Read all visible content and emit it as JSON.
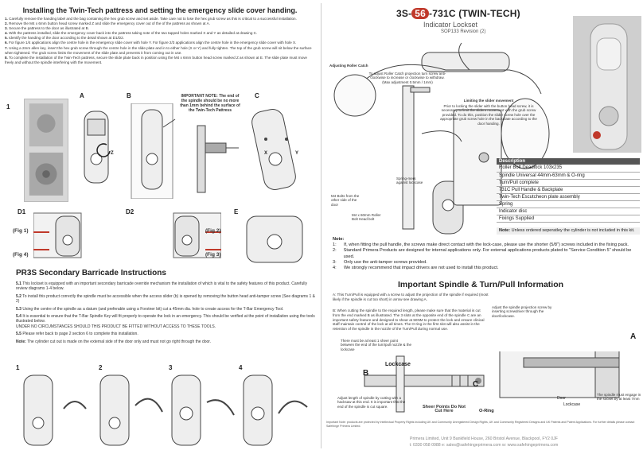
{
  "left": {
    "title": "Installing the Twin-Tech pattress and setting the emergency slide cover handing.",
    "steps": [
      {
        "n": "1.",
        "t": "Carefully remove the handing label and the bag containing the hex grub screw and set aside. Take care not to lose the hex grub screw as this is critical to a successful installation."
      },
      {
        "n": "2.",
        "t": "Remove the M4 x 6mm button head screw marked Z and slide the emergency cover out of the of the pattress as shown at A."
      },
      {
        "n": "3.",
        "t": "Secure the pattress to the door as illustrated at B."
      },
      {
        "n": "4.",
        "t": "With the pattress installed, slide the emergency cover back into the pattress taking note of the two tapped holes marked X and Y as detailed at drawing C."
      },
      {
        "n": "5.",
        "t": "Identify the handing of the door according to the detail shown at D1/D2."
      },
      {
        "n": "6.",
        "t": "For figure 1/4 applications align the centre hole in the emergency slide cover with hole Y. For figure 2/3 applications align the centre hole in the emergency slide cover with hole X."
      },
      {
        "n": "7.",
        "t": "Using a 2mm allen key, insert the hex grub screw through the centre hole in the slide plate and in to either hole (X or Y) and fully tighten. The top of the grub screw will sit below the surface when tightened. The grub screw limits the movement of the slide plate and prevents it from coming out in use."
      },
      {
        "n": "8.",
        "t": "To complete the installation of the Twin-Tech pattress, secure the slide plate back in position using the M4 x 6mm button head screw marked Z as shown at E. The slide plate must move freely and without the spindle interfering with the movement."
      }
    ],
    "fig_labels": {
      "one": "1",
      "a": "A",
      "b": "B",
      "c": "C",
      "d1": "D1",
      "d2": "D2",
      "e": "E"
    },
    "important_note": "IMPORTANT NOTE: The end of the spindle should be no more than 1mm behind the surface of the Twin-Tech Pattress",
    "fig_callouts": {
      "f1": "(Fig 1)",
      "f4": "(Fig 4)",
      "f2": "(Fig 2)",
      "f3": "(Fig 3)",
      "x": "X",
      "y": "Y",
      "z": "Z"
    },
    "pr3s_title": "PR3S Secondary Barricade Instructions",
    "pr3s": [
      {
        "n": "5.1",
        "t": "This lockset is equipped with an important secondary barricade override mechanism the installation of which is vital to the safety features of this product. Carefully review diagrams 1-4 below."
      },
      {
        "n": "5.2",
        "t": "To install this product correctly the spindle must be accessible when the access slider (b) is opened by removing the button head anti-tamper screw (See diagrams 1 & 2)"
      },
      {
        "n": "5.3",
        "t": "Using the centre of the spindle as a datum (and preferable using a Forstner bit) cut a 45mm dia. hole to create access for the T-Bar Emergency Tool."
      },
      {
        "n": "5.4",
        "t": "It is essential to ensure that the T-Bar Spindle Key will fit properly to operate the lock in an emergency. This should be verified at the point of installation using the tools illustrated below."
      }
    ],
    "warning": "UNDER NO CIRCUMSTANCES SHOULD THIS PRODUCT BE FITTED WITHOUT ACCESS TO THESE TOOLS.",
    "refer": {
      "n": "5.5",
      "t": "Please refer back to page 2 section 6 to complete this installation."
    },
    "note_label": "Note:",
    "note": "The cylinder cut out is made on the external side of the door only and must not go right through the door.",
    "diagram_nums": [
      "1",
      "2",
      "3",
      "4"
    ]
  },
  "right": {
    "product_prefix": "3S-",
    "product_num": "56",
    "product_suffix": "-731C (TWIN-TECH)",
    "subtitle": "Indicator Lockset",
    "sop": "SOP133 Revision (2)",
    "adjust_catch": "Adjusting Roller Catch",
    "adjust_catch_text": "To adjust Roller Catch projection turn screw anti-clockwise to increase or clockwise to withdraw. (Max adjustment 0.5mm / 1mm)",
    "limit_title": "Limiting the slider movement",
    "limit_text": "Prior to locking the slider with the button head screw, it is necessary to limit the sliders movement with the grub screw provided. To do this, position the slider screw hole over the appropriate grub screw hole in the backplate according to the door handing.",
    "spring_label": "Spring-mers against lockcase",
    "m4_label": "M4 Bolts from the other side of the door",
    "fix_label": "M4 x 60mm Roller Bolt Head bolt",
    "desc_header": "Description",
    "desc_rows": [
      "Roller Bolt Deadlock 103x235",
      "Spindle Universal 44mm-63mm & O-ring",
      "Turn/Pull complete",
      "731C Pull Handle & Backplate",
      "Twin-Tech Escutcheon plate assembly",
      "Spring",
      "Indicator disc",
      "Fixings Supplied"
    ],
    "desc_note_label": "Note:",
    "desc_note": "Unless ordered seperatley the cylinder is not included in this kit.",
    "notes_label": "Note:",
    "notes": [
      {
        "n": "1:",
        "t": "If, when fitting the pull handle, the screws make direct contact with the lock-case, please use the shorter (5/8\") screws included in the fixing pack."
      },
      {
        "n": "2:",
        "t": "Standard Primera Products are designed for internal applications only. For external applications products plated to \"Service Condition 5\" should be used."
      },
      {
        "n": "3:",
        "t": "Only use the anti-tamper screws provided."
      },
      {
        "n": "4:",
        "t": "We strongly recommend that impact drivers are not used to install this product."
      }
    ],
    "spindle_title": "Important Spindle & Turn/Pull Information",
    "spindle_a": "A: This Turn/Pull is equipped with a screw to adjust the projection of the spindle if required (most likely if the spindle is cut too short) in arrow see drawing A.",
    "spindle_b": "B: When cutting the spindle to the required length, please make sure that the material is cut from the end marked B as illustrated. The 3 slots at the opposite end of the spindle C are an important safety feature and designed to shear at 50NM to protect the lock and ensure clinical staff maintain control of the lock at all times. The O-ring in the first slot will also assist in the retention of the spindle in the nozzle of the Turn/Pull during normal use.",
    "adjust_proj": "Adjust the spindle projection screw by inserting screwdriver through the door/lockcase.",
    "lbl_a": "A",
    "lbl_b": "B",
    "lbl_c": "C",
    "lockcase": "Lockcase",
    "door": "Door",
    "lockcase2": "Lockcase",
    "must_level": "There must be at least 1 sheer point between the end of the turn/pull nozzle & the lockcase",
    "adjust_len": "Adjust length of spindle by cutting with a hacksaw at this end. It is important that the end of the spindle is cut square.",
    "sheer": "Sheer Points Do Not Cut Here",
    "oring": "O-Ring",
    "engage": "The spindle must engage in the socket by at least 7mm",
    "important_notice": "Important Note: products are protected by Intellectual Property Rights including UK and Community Unregistered Design Rights, UK and Community Registered Designs and UK Patents and Patent Applications. For further details please contact Safehinge Primera Limited.",
    "footer1": "Primera Limited, Unit 9 Bankfield House, 260 Bristol Avenue, Blackpool, FY2 0JF",
    "footer2": "t: 0330 058 0988  e: sales@safehingeprimera.com  w: www.safehingeprimera.com"
  }
}
